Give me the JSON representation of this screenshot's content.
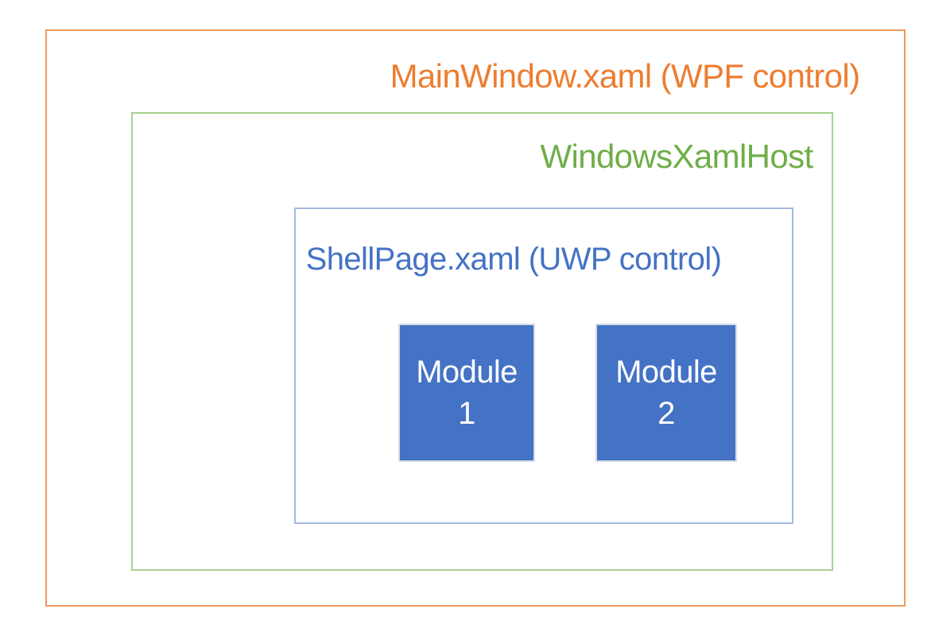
{
  "diagram": {
    "boxes": {
      "main_window": {
        "label": "MainWindow.xaml (WPF control)"
      },
      "xaml_host": {
        "label": "WindowsXamlHost"
      },
      "shell_page": {
        "label": "ShellPage.xaml (UWP control)"
      }
    },
    "modules": [
      {
        "line1": "Module",
        "line2": "1"
      },
      {
        "line1": "Module",
        "line2": "2"
      }
    ],
    "colors": {
      "wpf_text": "#ED7D31",
      "wpf_border": "#F09A5E",
      "host_text": "#70AD47",
      "host_border": "#A9D18E",
      "uwp_text": "#4472C4",
      "uwp_border": "#A3BADF",
      "module_fill": "#4472C4",
      "module_border": "#D6DCE8",
      "module_text": "#FFFFFF",
      "background": "#FFFFFF"
    }
  }
}
